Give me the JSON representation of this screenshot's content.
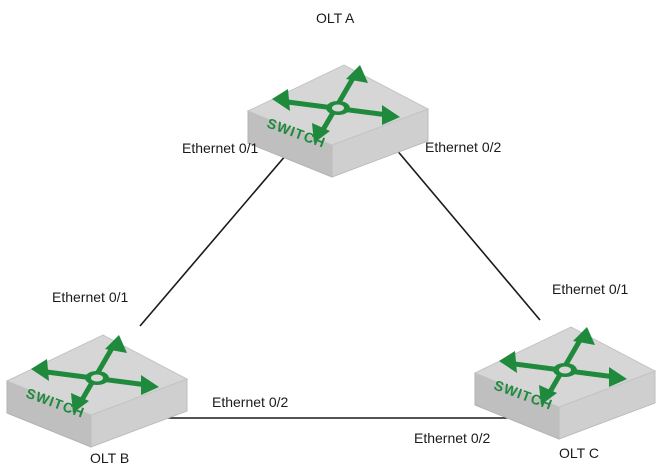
{
  "colors": {
    "switch_accent": "#1f8a3c",
    "link": "#1a1a1a",
    "switch_body": "#d6d6d6"
  },
  "nodes": [
    {
      "id": "olt-a",
      "name": "OLT A",
      "device_label": "SWITCH",
      "icon": "switch-icon"
    },
    {
      "id": "olt-b",
      "name": "OLT B",
      "device_label": "SWITCH",
      "icon": "switch-icon"
    },
    {
      "id": "olt-c",
      "name": "OLT C",
      "device_label": "SWITCH",
      "icon": "switch-icon"
    }
  ],
  "links": [
    {
      "from": "OLT A",
      "from_port": "Ethernet 0/1",
      "to": "OLT B",
      "to_port": "Ethernet 0/1"
    },
    {
      "from": "OLT A",
      "from_port": "Ethernet 0/2",
      "to": "OLT C",
      "to_port": "Ethernet 0/1"
    },
    {
      "from": "OLT B",
      "from_port": "Ethernet 0/2",
      "to": "OLT C",
      "to_port": "Ethernet 0/2"
    }
  ]
}
